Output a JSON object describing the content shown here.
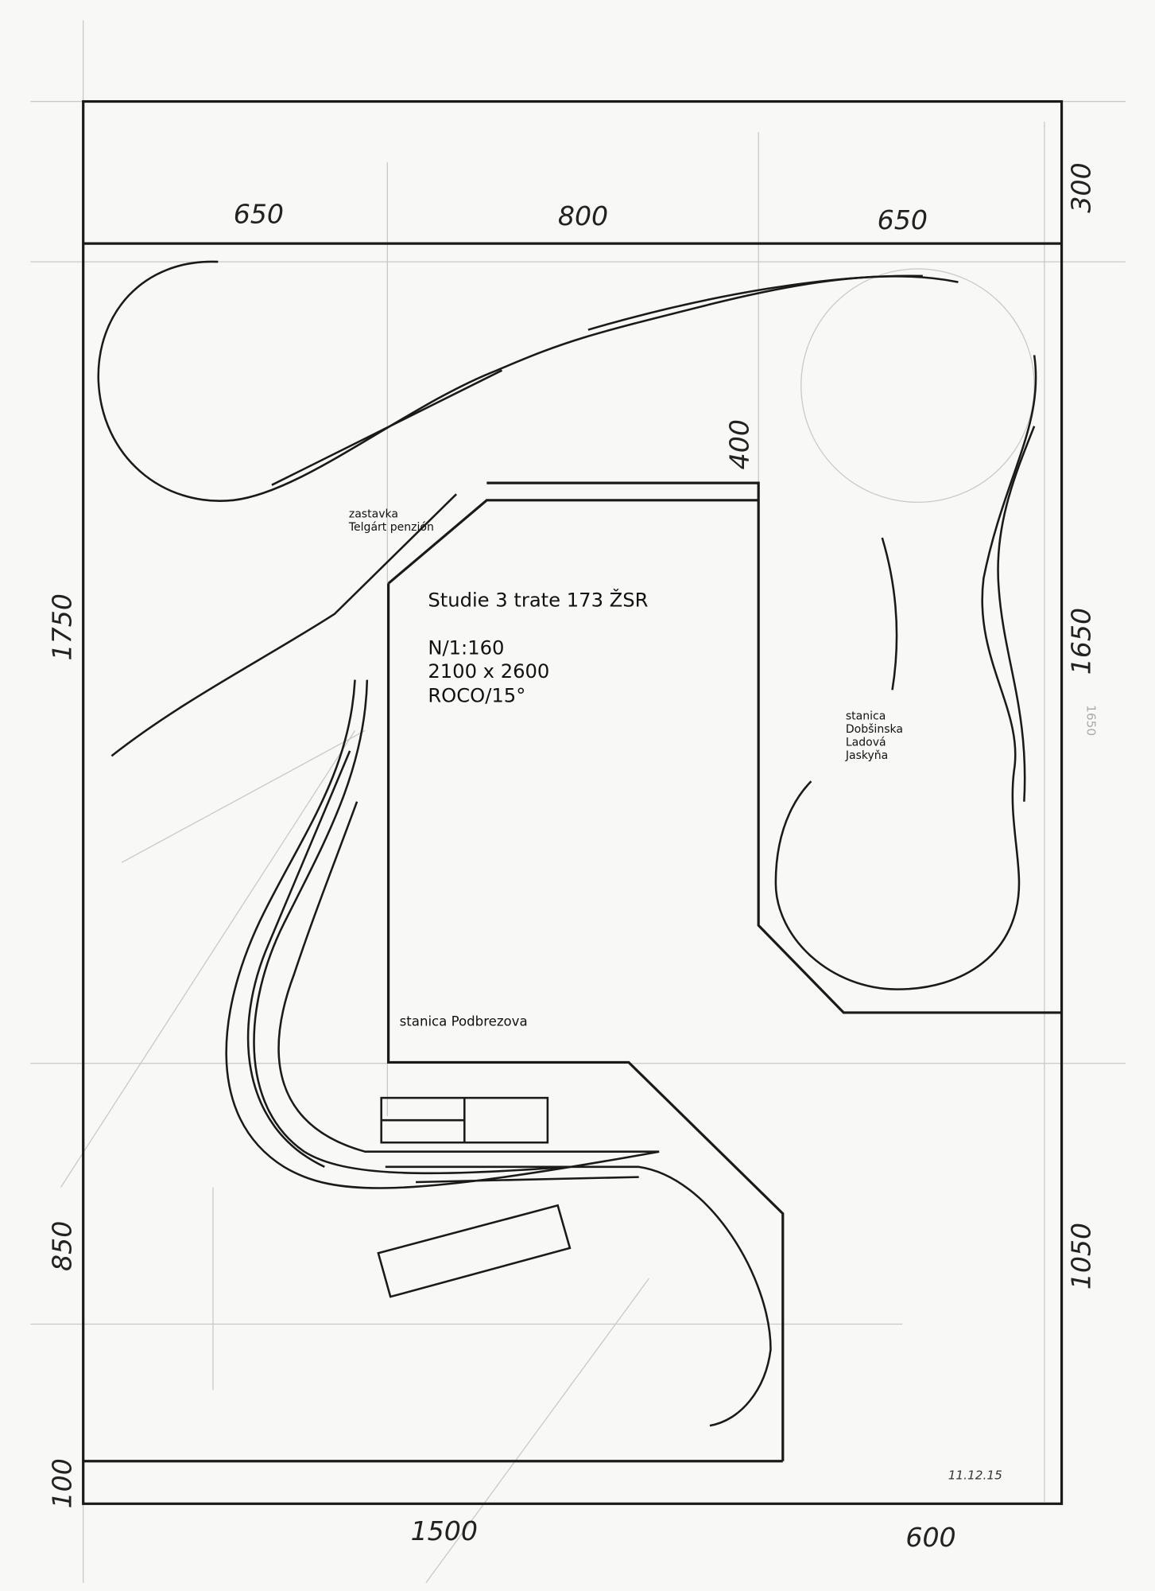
{
  "dimensions": {
    "top": [
      "650",
      "800",
      "650"
    ],
    "right": [
      "300",
      "1650",
      "1050"
    ],
    "left": [
      "1750",
      "850",
      "100"
    ],
    "bottom": [
      "1500",
      "600"
    ],
    "inner": "400",
    "pencil_note": "1650"
  },
  "labels": {
    "stop_telgart": [
      "zastavka",
      "Telgárt penzión"
    ],
    "title": "Studie 3 trate 173 ŽSR",
    "scale": "N/1:160",
    "size": "2100 x 2600",
    "system": "ROCO/15°",
    "station_dobsinska": [
      "stanica",
      "Dobšinska",
      "Ladová",
      "Jaskyňa"
    ],
    "station_podbrezova": "stanica Podbrezova",
    "date_signature": "11.12.15"
  }
}
